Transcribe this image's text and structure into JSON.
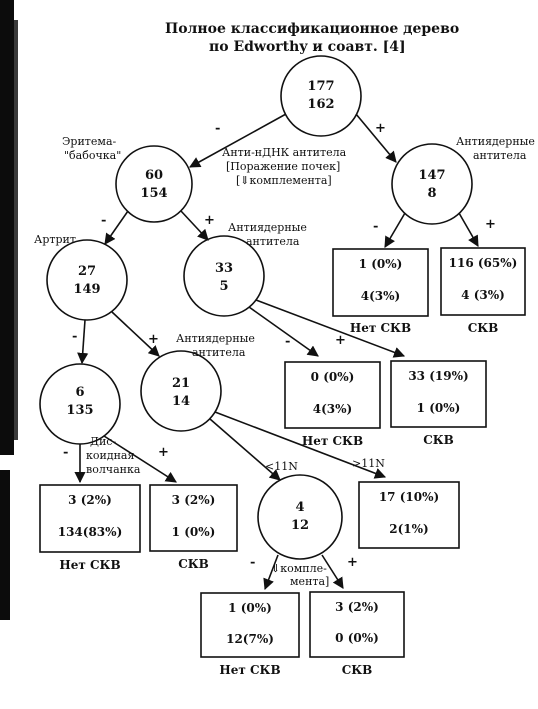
{
  "title": {
    "line1": "Полное классификационное дерево",
    "line2": "по Edworthy и соавт. [4]"
  },
  "signs": {
    "minus": "-",
    "plus": "+"
  },
  "nodes": {
    "root": {
      "top": "177",
      "bottom": "162"
    },
    "n_left": {
      "top": "60",
      "bottom": "154"
    },
    "n_right": {
      "top": "147",
      "bottom": "8"
    },
    "n_ll": {
      "top": "27",
      "bottom": "149"
    },
    "n_lr": {
      "top": "33",
      "bottom": "5"
    },
    "n_lll": {
      "top": "6",
      "bottom": "135"
    },
    "n_llr": {
      "top": "21",
      "bottom": "14"
    },
    "n_comp": {
      "top": "4",
      "bottom": "12"
    }
  },
  "split_labels": {
    "erythema_1": "Эритема-",
    "erythema_2": "\"бабочка\"",
    "dna_1": "Анти-нДНК антитела",
    "dna_2": "[Поражение почек]",
    "dna_3": "[⇓комплемента]",
    "ana_right_1": "Антиядерные",
    "ana_right_2": "антитела",
    "ana_mid_1": "Антиядерные",
    "ana_mid_2": "антитела",
    "ana_low_1": "Антиядерные",
    "ana_low_2": "антитела",
    "arthritis": "Артрит",
    "discoid_1": "Дис-",
    "discoid_2": "коидная",
    "discoid_3": "волчанка",
    "lt11n": "<11N",
    "gt11n": ">11N",
    "compl_1": "⇓компле-",
    "compl_2": "мента]"
  },
  "leaves": {
    "l1": {
      "row1": "1 (0%)",
      "row2": "4(3%)",
      "result": "Нет СКВ"
    },
    "l2": {
      "row1": "116 (65%)",
      "row2": "4 (3%)",
      "result": "СКВ"
    },
    "l3": {
      "row1": "0 (0%)",
      "row2": "4(3%)",
      "result": "Нет СКВ"
    },
    "l4": {
      "row1": "33 (19%)",
      "row2": "1 (0%)",
      "result": "СКВ"
    },
    "l5": {
      "row1": "3 (2%)",
      "row2": "134(83%)",
      "result": "Нет СКВ"
    },
    "l6": {
      "row1": "3 (2%)",
      "row2": "1 (0%)",
      "result": "СКВ"
    },
    "l7": {
      "row1": "17 (10%)",
      "row2": "2(1%)",
      "result": ""
    },
    "l8": {
      "row1": "1 (0%)",
      "row2": "12(7%)",
      "result": "Нет СКВ"
    },
    "l9": {
      "row1": "3 (2%)",
      "row2": "0 (0%)",
      "result": "СКВ"
    }
  }
}
